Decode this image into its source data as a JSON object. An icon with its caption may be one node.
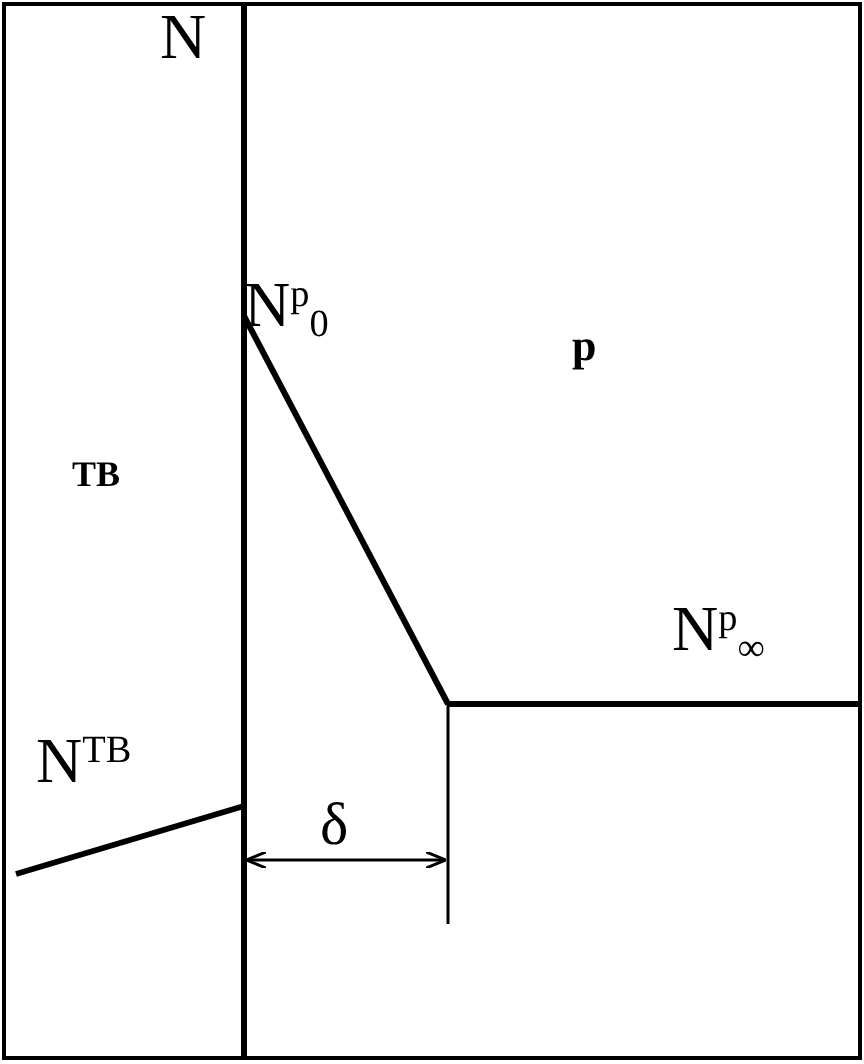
{
  "diagram": {
    "labels": [
      "N",
      "N$^{p}$$_{0}$",
      "p",
      "TB",
      "N$^{TB}$",
      "N$^{p}$$_{∞}$",
      "δ"
    ]
  }
}
